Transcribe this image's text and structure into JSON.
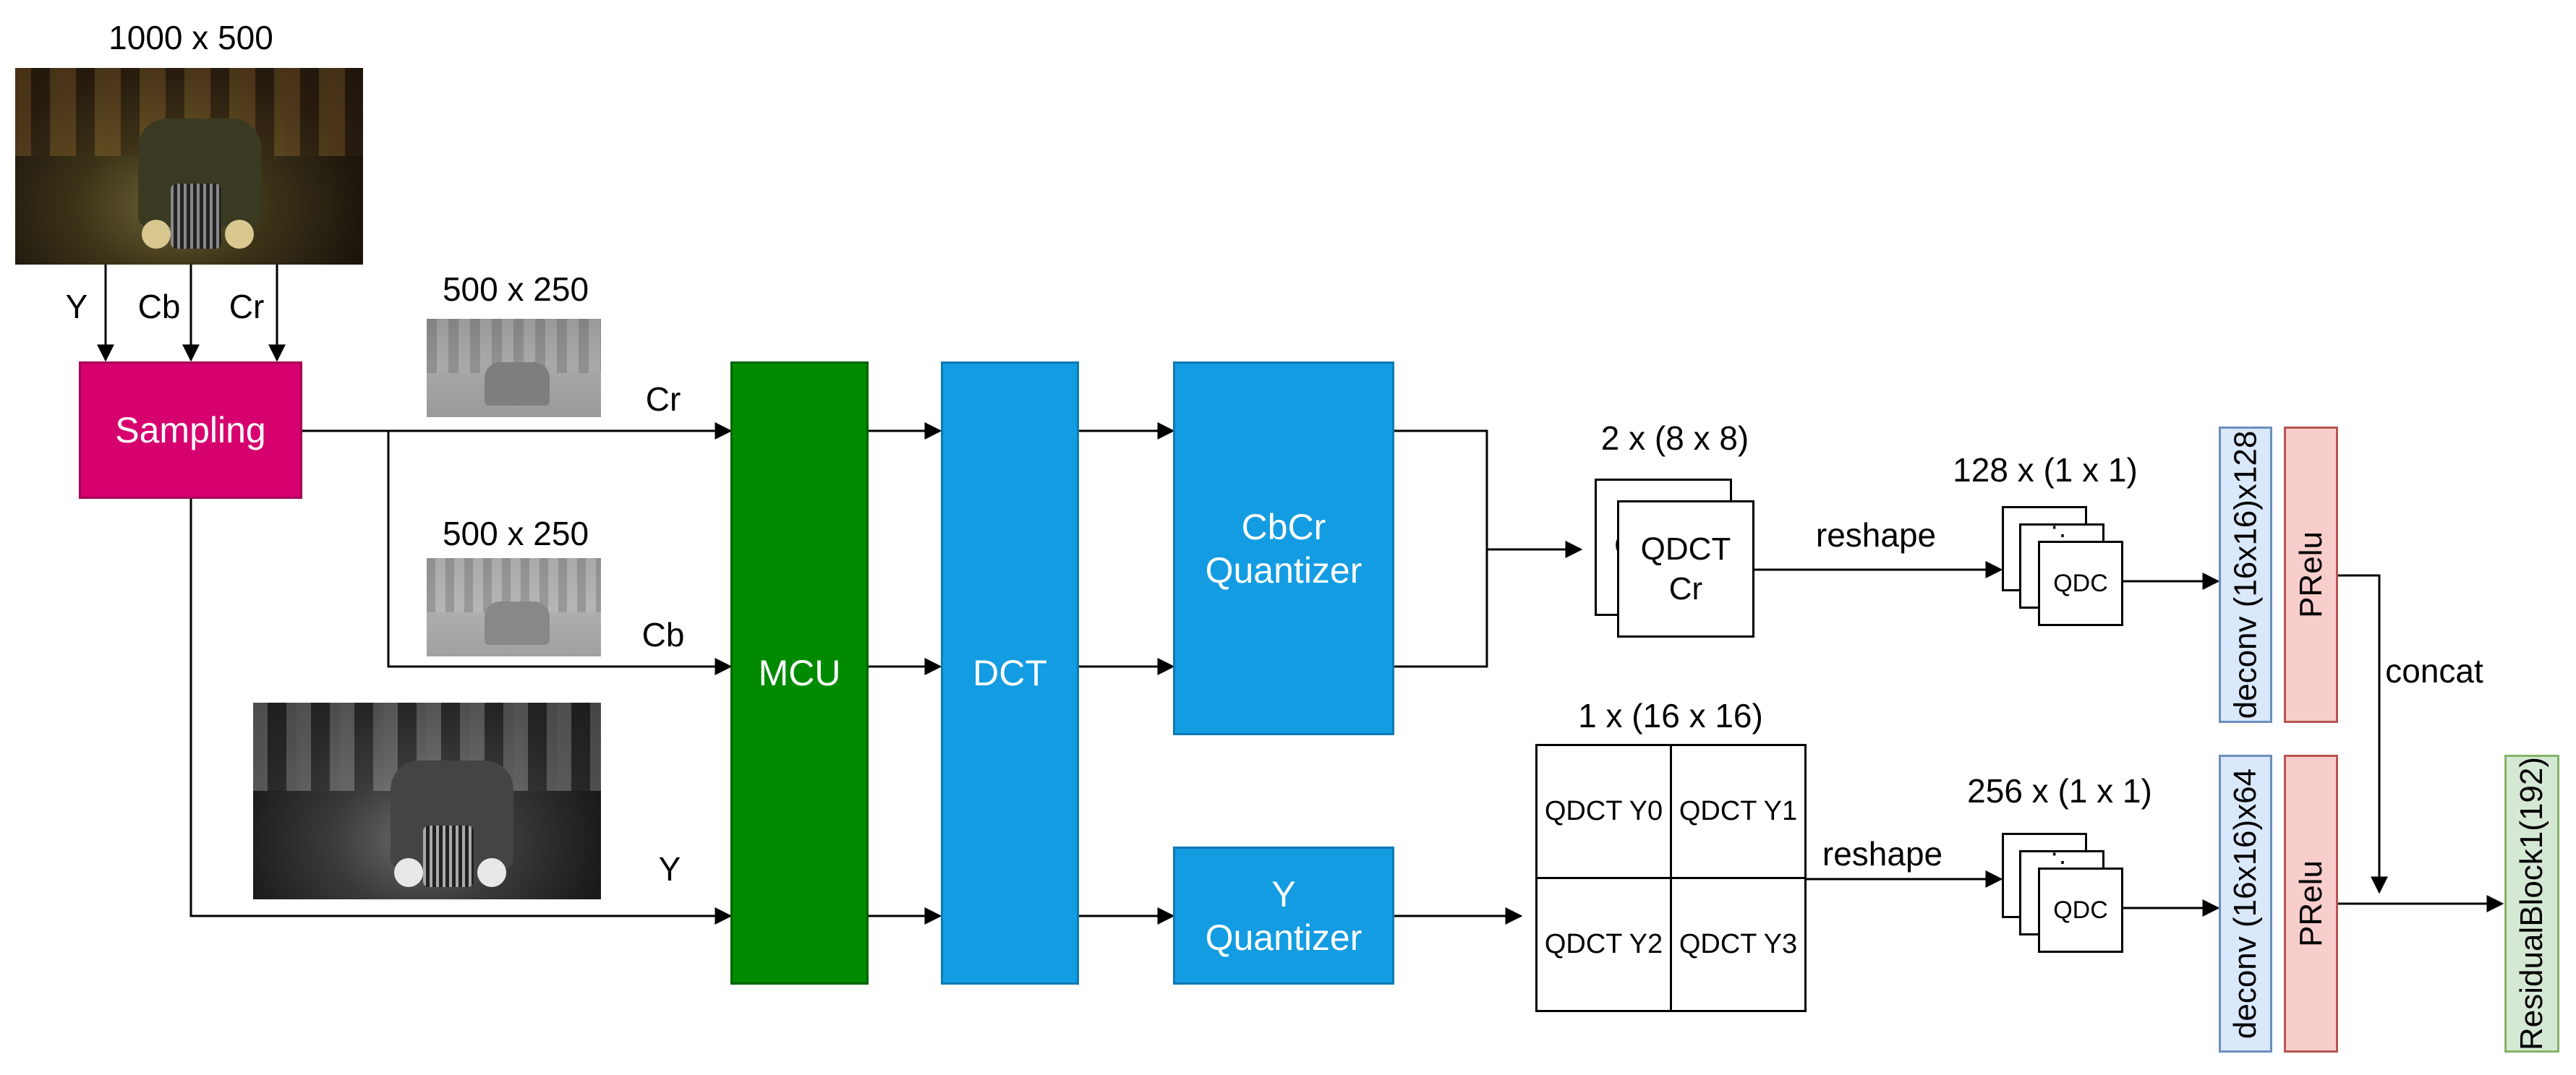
{
  "input_size": "1000 x 500",
  "channels": {
    "y": "Y",
    "cb": "Cb",
    "cr": "Cr"
  },
  "sampling": "Sampling",
  "cr_size": "500 x 250",
  "cb_size": "500 x 250",
  "branch_labels": {
    "cr": "Cr",
    "cb": "Cb",
    "y": "Y"
  },
  "mcu": "MCU",
  "dct": "DCT",
  "cbcr_quantizer": "CbCr\nQuantizer",
  "y_quantizer": "Y\nQuantizer",
  "cbcr_shape": "2 x (8 x 8)",
  "cbcr_card": "QDCT\nCr",
  "cbcr_card_peek": "C",
  "y_shape": "1 x (16 x 16)",
  "y_cells": [
    "QDCT Y0",
    "QDCT Y1",
    "QDCT Y2",
    "QDCT Y3"
  ],
  "reshape_top": "reshape",
  "reshape_bottom": "reshape",
  "top_shape": "128 x (1 x 1)",
  "bottom_shape": "256 x (1 x 1)",
  "qdc_top": "QDC",
  "qdc_bottom": "QDC",
  "ellipsis": "⋱",
  "deconv_top": "deconv (16x16)x128",
  "deconv_bottom": "deconv (16x16)x64",
  "prelu_top": "PRelu",
  "prelu_bottom": "PRelu",
  "concat": "concat",
  "residual": "ResidualBlock1(192)",
  "colors": {
    "sampling": "#d6006f",
    "mcu": "#008a00",
    "dct": "#139ce2",
    "blue_light": "#dae8fc",
    "blue_border": "#6c8ebf",
    "red_light": "#f8cecc",
    "red_border": "#b85450",
    "green_light": "#d5e8d4",
    "green_border": "#82b366"
  }
}
